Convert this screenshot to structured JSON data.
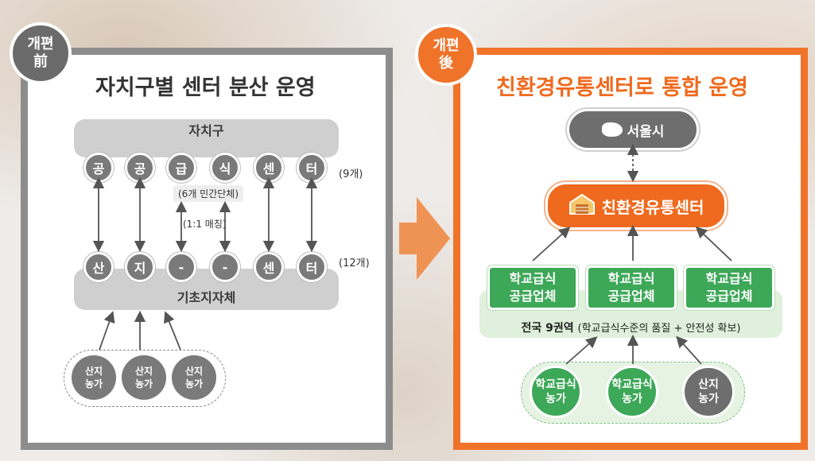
{
  "left": {
    "badge": [
      "개편",
      "前"
    ],
    "title": "자치구별 센터 분산 운영",
    "top_bar": "자치구",
    "top_circles": [
      "공",
      "공",
      "급",
      "식",
      "센",
      "터"
    ],
    "top_count": "(9개)",
    "note_org": "(6개 민간단체)",
    "note_match": "(1:1 매칭)",
    "bottom_circles": [
      "산",
      "지",
      "-",
      "-",
      "센",
      "터"
    ],
    "bottom_count": "(12개)",
    "bottom_bar": "기초지자체",
    "farms": [
      "산지\n농가",
      "산지\n농가",
      "산지\n농가"
    ]
  },
  "right": {
    "badge": [
      "개편",
      "後"
    ],
    "title": "친환경유통센터로 통합 운영",
    "seoul": "서울시",
    "center": "친환경유통센터",
    "suppliers": [
      "학교급식\n공급업체",
      "학교급식\n공급업체",
      "학교급식\n공급업체"
    ],
    "nation": "전국 9권역",
    "nation_note": "(학교급식수준의 품질 + 안전성 확보)",
    "farms": [
      {
        "label": "학교급식\n농가",
        "color": "#3da858"
      },
      {
        "label": "학교급식\n농가",
        "color": "#3da858"
      },
      {
        "label": "산지\n농가",
        "color": "#6e6e6e"
      }
    ]
  },
  "colors": {
    "accent": "#f0732a",
    "gray": "#8d8d8d",
    "green": "#3da858"
  }
}
